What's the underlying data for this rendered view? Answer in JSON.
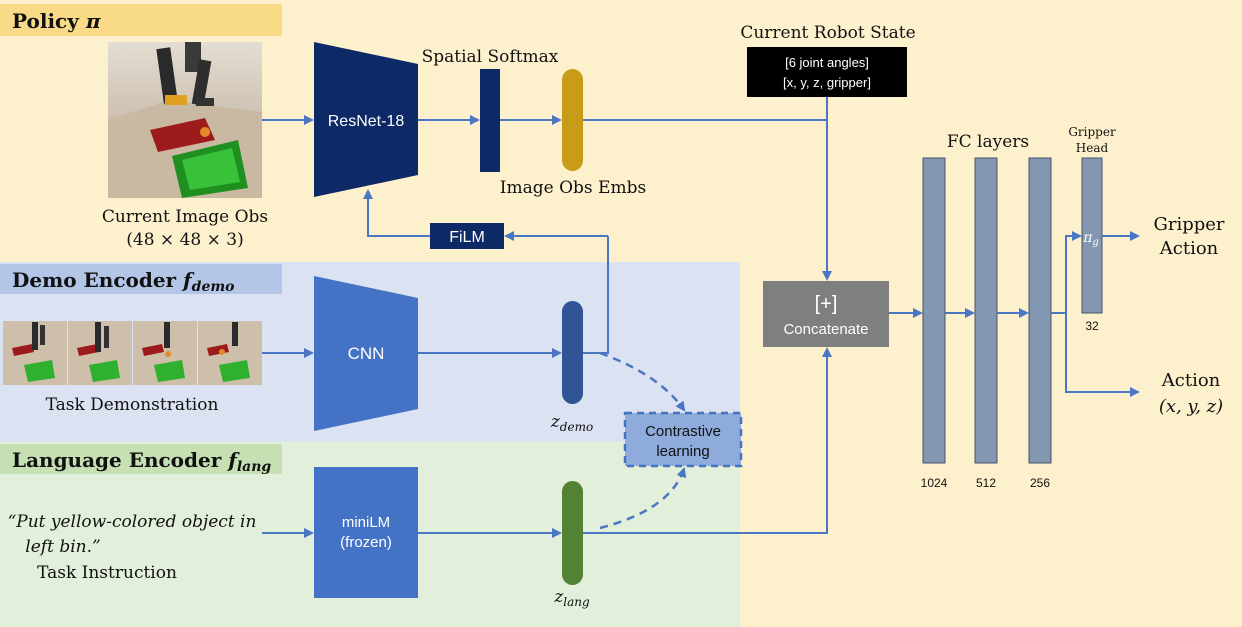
{
  "policy": {
    "title_text": "Policy ",
    "title_symbol": "π"
  },
  "demo_encoder": {
    "title_text": "Demo Encoder ",
    "title_symbol": "f",
    "title_sub": "demo",
    "cnn_label": "CNN",
    "images_caption": "Task Demonstration",
    "embedding_symbol": "z",
    "embedding_sub": "demo"
  },
  "language_encoder": {
    "title_text": "Language Encoder ",
    "title_symbol": "f",
    "title_sub": "lang",
    "model_line1": "miniLM",
    "model_line2": "(frozen)",
    "instruction_line1": "“Put yellow-colored object in",
    "instruction_line2": "left bin.”",
    "instruction_caption": "Task Instruction",
    "embedding_symbol": "z",
    "embedding_sub": "lang"
  },
  "image_branch": {
    "caption_line1": "Current Image Obs",
    "caption_line2": "(48 × 48 × 3)",
    "resnet_label": "ResNet-18",
    "softmax_label": "Spatial Softmax",
    "embs_label": "Image Obs Embs",
    "film_label": "FiLM"
  },
  "robot_state": {
    "title": "Current Robot State",
    "line1": "[6 joint angles]",
    "line2": "[x, y, z, gripper]"
  },
  "concat": {
    "symbol": "[+]",
    "label": "Concatenate"
  },
  "contrastive": {
    "line1": "Contrastive",
    "line2": "learning"
  },
  "fc": {
    "title": "FC layers",
    "sizes": [
      "1024",
      "512",
      "256"
    ]
  },
  "gripper_head": {
    "line1": "Gripper",
    "line2": "Head",
    "size": "32",
    "symbol": "π",
    "symbol_sub": "g"
  },
  "outputs": {
    "gripper_line1": "Gripper",
    "gripper_line2": "Action",
    "action_line1": "Action",
    "action_line2": "(x, y, z)"
  },
  "colors": {
    "policy_bg": "#fdf0cd",
    "policy_title_bg": "#f9da87",
    "demo_bg": "#dbe3f3",
    "demo_title_bg": "#b4c6e7",
    "lang_bg": "#e2efda",
    "lang_title_bg": "#c6e0b4",
    "navy": "#0d2a66",
    "blue": "#4472c4",
    "arrow": "#4a76c4",
    "gold": "#c89c16",
    "green": "#548235",
    "gray": "#7f7f7f",
    "fc": "#8497b0"
  }
}
